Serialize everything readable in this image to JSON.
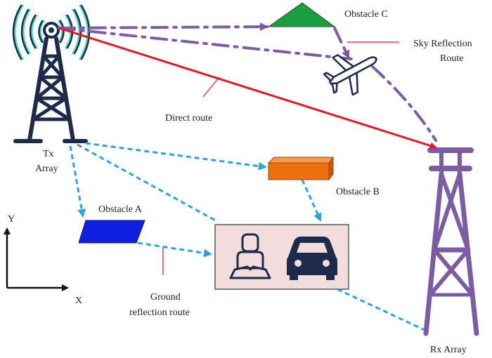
{
  "labels": {
    "obstacle_c": "Obstacle C",
    "sky_reflection_line1": "Sky Reflection",
    "sky_reflection_line2": "Route",
    "direct_route": "Direct route",
    "tx_line1": "Tx",
    "tx_line2": "Array",
    "obstacle_b": "Obstacle B",
    "obstacle_a": "Obstacle A",
    "axis_y": "Y",
    "axis_x": "X",
    "ground_line1": "Ground",
    "ground_line2": "reflection route",
    "rx_array": "Rx Array"
  },
  "colors": {
    "direct_route": "#e8141e",
    "sky_route": "#7c5ca3",
    "ground_route": "#2aa3e0",
    "obstacle_a": "#1020e0",
    "obstacle_b": "#ec7010",
    "obstacle_c": "#18a040",
    "target_box": "#f2dcdc",
    "tower_tx": "#1e2a4a",
    "tower_rx": "#7c5ca3",
    "wave": "#3ce0c0"
  },
  "icons": {
    "tx_tower": "transmit-tower-icon",
    "rx_tower": "receive-tower-icon",
    "airplane": "airplane-icon",
    "person": "person-icon",
    "car": "car-icon"
  }
}
